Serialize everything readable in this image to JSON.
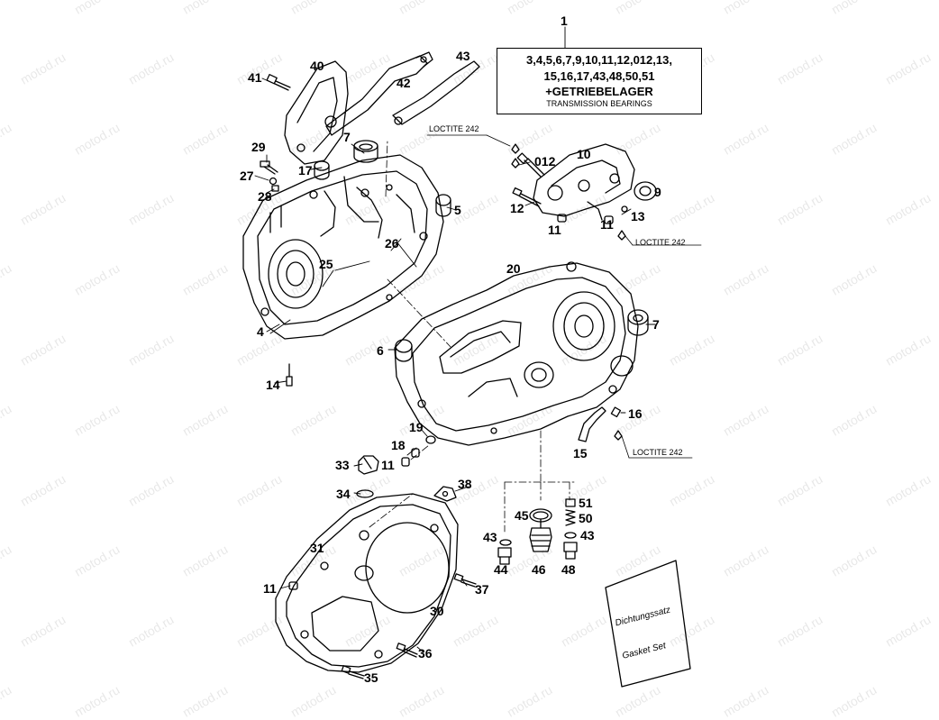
{
  "watermark": "motod.ru",
  "kit": {
    "number": "1",
    "parts_line1": "3,4,5,6,7,9,10,11,12,012,13,",
    "parts_line2": "15,16,17,43,48,50,51",
    "bearing_de": "+GETRIEBELAGER",
    "bearing_en": "TRANSMISSION BEARINGS"
  },
  "loctite_notes": [
    "LOCTITE 242",
    "LOCTITE 242",
    "LOCTITE 242"
  ],
  "gasket_set": {
    "text_de": "Dichtungssatz",
    "text_en": "Gasket Set"
  },
  "callouts": [
    "40",
    "41",
    "42",
    "43",
    "7",
    "29",
    "27",
    "28",
    "17",
    "5",
    "26",
    "25",
    "4",
    "14",
    "10",
    "012",
    "9",
    "12",
    "13",
    "11",
    "11",
    "20",
    "7",
    "6",
    "16",
    "19",
    "18",
    "11",
    "15",
    "33",
    "38",
    "34",
    "51",
    "50",
    "45",
    "43",
    "43",
    "31",
    "44",
    "46",
    "48",
    "37",
    "11",
    "30",
    "36",
    "35"
  ]
}
